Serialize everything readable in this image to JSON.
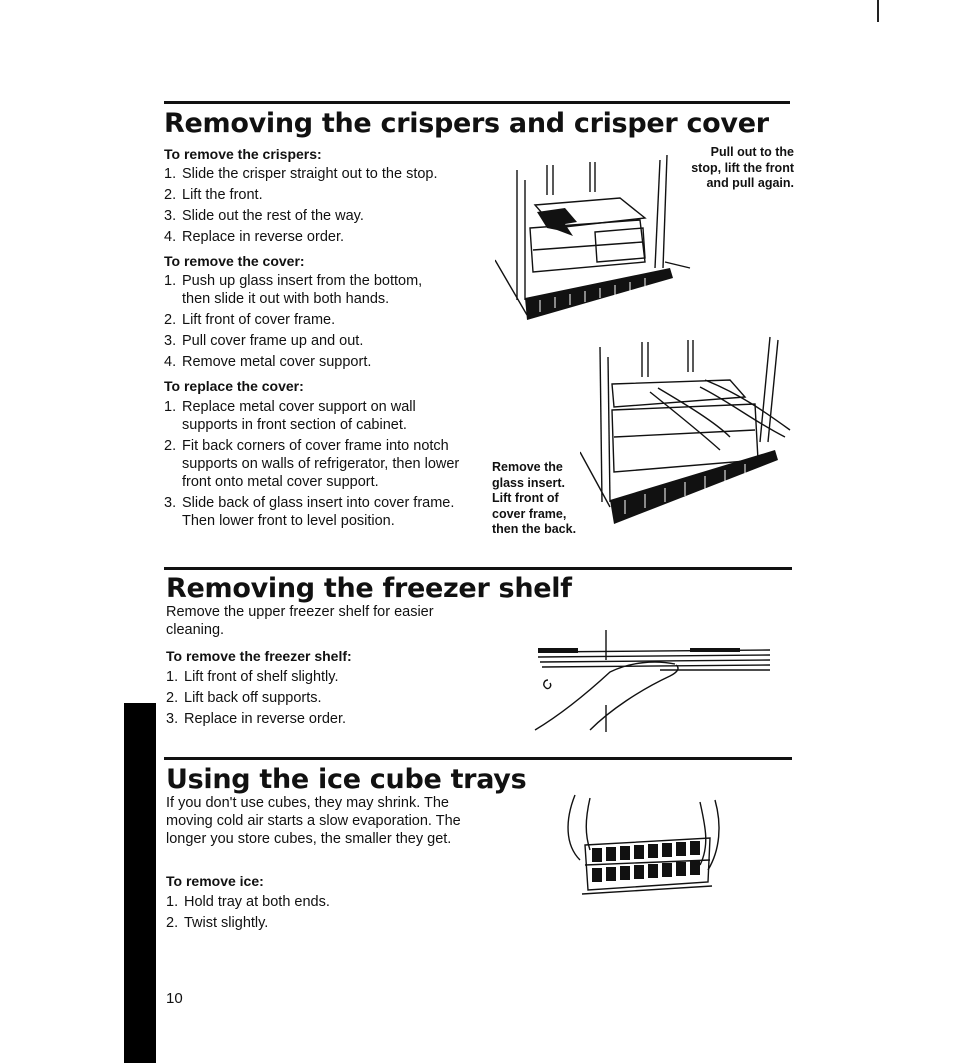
{
  "crispers": {
    "title": "Removing the crispers and crisper cover",
    "remove_crispers": {
      "heading": "To remove the crispers:",
      "steps": [
        {
          "num": "1.",
          "text": "Slide the crisper straight out to the stop."
        },
        {
          "num": "2.",
          "text": "Lift the front."
        },
        {
          "num": "3.",
          "text": "Slide out the rest of the way."
        },
        {
          "num": "4.",
          "text": "Replace in reverse order."
        }
      ]
    },
    "remove_cover": {
      "heading": "To remove the cover:",
      "steps": [
        {
          "num": "1.",
          "text": "Push up glass insert from the bottom, then slide it out with both hands."
        },
        {
          "num": "2.",
          "text": "Lift front of cover frame."
        },
        {
          "num": "3.",
          "text": "Pull cover frame up and out."
        },
        {
          "num": "4.",
          "text": "Remove metal cover support."
        }
      ]
    },
    "replace_cover": {
      "heading": "To replace the cover:",
      "steps": [
        {
          "num": "1.",
          "text": "Replace metal cover support on wall supports in front section of cabinet."
        },
        {
          "num": "2.",
          "text": "Fit back corners of cover frame into notch supports on walls of refrigerator, then lower front onto metal cover support."
        },
        {
          "num": "3.",
          "text": "Slide back of glass insert into cover frame. Then lower front to level position."
        }
      ]
    },
    "caption_pull": "Pull out to the stop, lift the front and pull again.",
    "caption_glass": "Remove the glass insert. Lift front of cover frame, then the back."
  },
  "freezer": {
    "title": "Removing the freezer shelf",
    "intro": "Remove the upper freezer shelf for easier cleaning.",
    "heading": "To remove the freezer shelf:",
    "steps": [
      {
        "num": "1.",
        "text": "Lift front of shelf slightly."
      },
      {
        "num": "2.",
        "text": "Lift back off supports."
      },
      {
        "num": "3.",
        "text": "Replace in reverse order."
      }
    ]
  },
  "ice": {
    "title": "Using the ice cube trays",
    "intro": "If you don't use cubes, they may shrink. The moving cold air starts a slow evaporation. The longer you store cubes, the smaller they get.",
    "heading": "To remove ice:",
    "steps": [
      {
        "num": "1.",
        "text": "Hold tray at both ends."
      },
      {
        "num": "2.",
        "text": "Twist slightly."
      }
    ]
  },
  "page_number": "10"
}
